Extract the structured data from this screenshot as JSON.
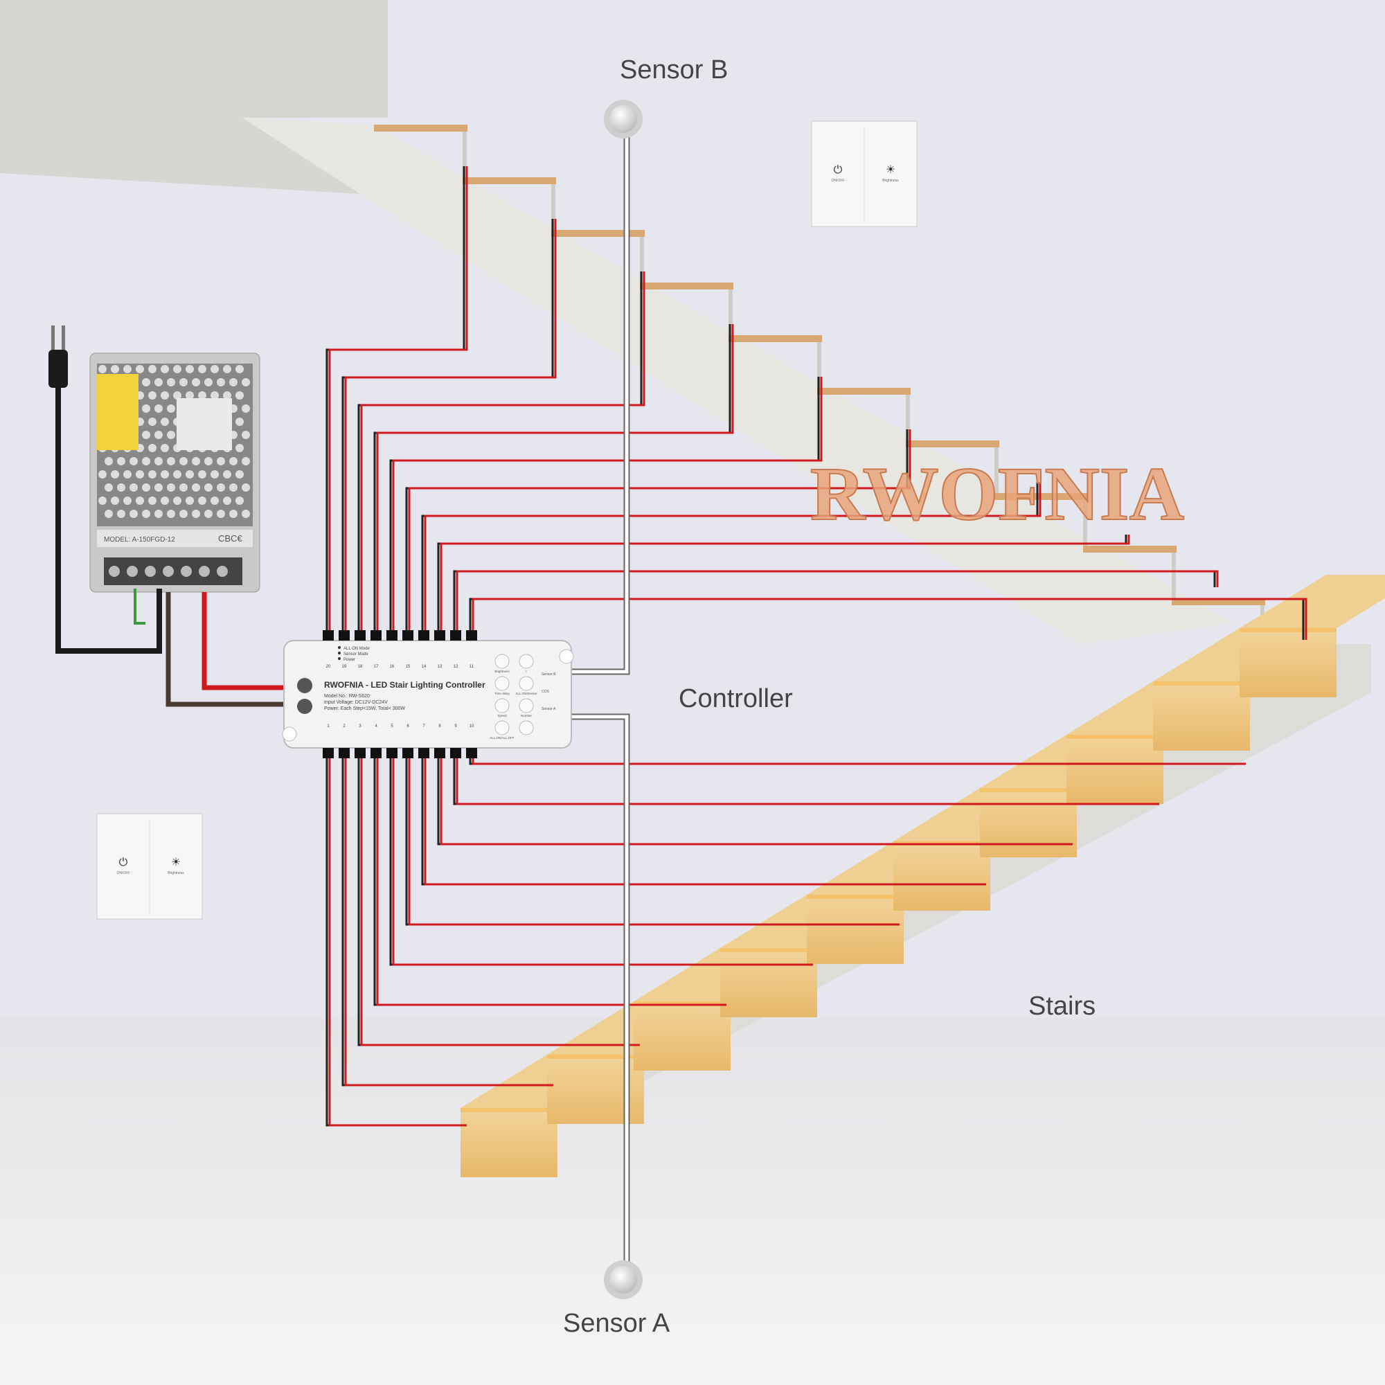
{
  "labels": {
    "sensor_b": "Sensor B",
    "sensor_a": "Sensor A",
    "controller": "Controller",
    "stairs": "Stairs"
  },
  "watermark": "RWOFNIA",
  "controller": {
    "title": "RWOFNIA - LED Stair Lighting Controller",
    "model": "Model No.: RW-S620",
    "input": "Input Voltage: DC12V-DC24V",
    "power": "Power: Each Step<15W, Total< 300W",
    "indicators": [
      "ALL ON Mode",
      "Sensor Mode",
      "Power"
    ],
    "top_channels": [
      "20",
      "19",
      "18",
      "17",
      "16",
      "15",
      "14",
      "13",
      "12",
      "11"
    ],
    "bottom_channels": [
      "1",
      "2",
      "3",
      "4",
      "5",
      "6",
      "7",
      "8",
      "9",
      "10"
    ],
    "buttons": [
      "Brightness",
      "+",
      "Time delay",
      "ALL ON/Sensor",
      "Speed",
      "Number",
      "ALL ON/ALL OFF",
      "-"
    ],
    "port_labels": [
      "Sensor B",
      "COS",
      "Sensor A"
    ]
  },
  "psu": {
    "model_text": "MODEL: A-150FGD-12",
    "cert": "CBC€"
  },
  "switch": {
    "left_label": "ON/OFF",
    "right_label": "Brightness"
  },
  "colors": {
    "wire_red": "#d0191e",
    "wire_black": "#222222",
    "led_glow": "#f5c26b",
    "watermark": "#e8a57a"
  }
}
